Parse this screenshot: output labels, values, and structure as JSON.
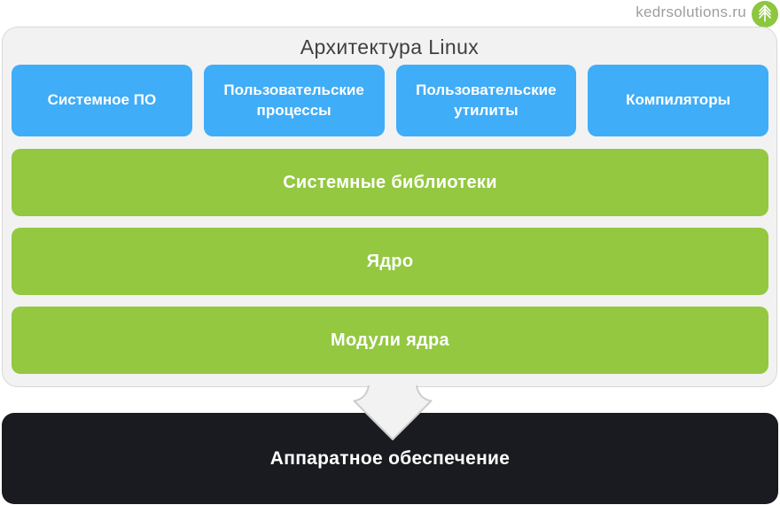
{
  "header": {
    "brand": "kedrsolutions.ru",
    "logo_icon": "fir-tree-icon",
    "logo_color": "#8dc63f",
    "brand_text_color": "#9c9ea0"
  },
  "diagram": {
    "title": "Архитектура Linux",
    "top_row": [
      {
        "label": "Системное ПО"
      },
      {
        "label": "Пользовательские процессы"
      },
      {
        "label": "Пользовательские утилиты"
      },
      {
        "label": "Компиляторы"
      }
    ],
    "layers": [
      {
        "label": "Системные библиотеки"
      },
      {
        "label": "Ядро"
      },
      {
        "label": "Модули ядра"
      }
    ],
    "hardware": {
      "label": "Аппаратное обеспечение"
    },
    "colors": {
      "blue_box": "#3fadf7",
      "green_layer": "#93c840",
      "hardware_dark": "#1a1b20",
      "card_background": "#f2f2f2",
      "card_border": "#d8d8d8",
      "title_text": "#3e4042"
    }
  }
}
